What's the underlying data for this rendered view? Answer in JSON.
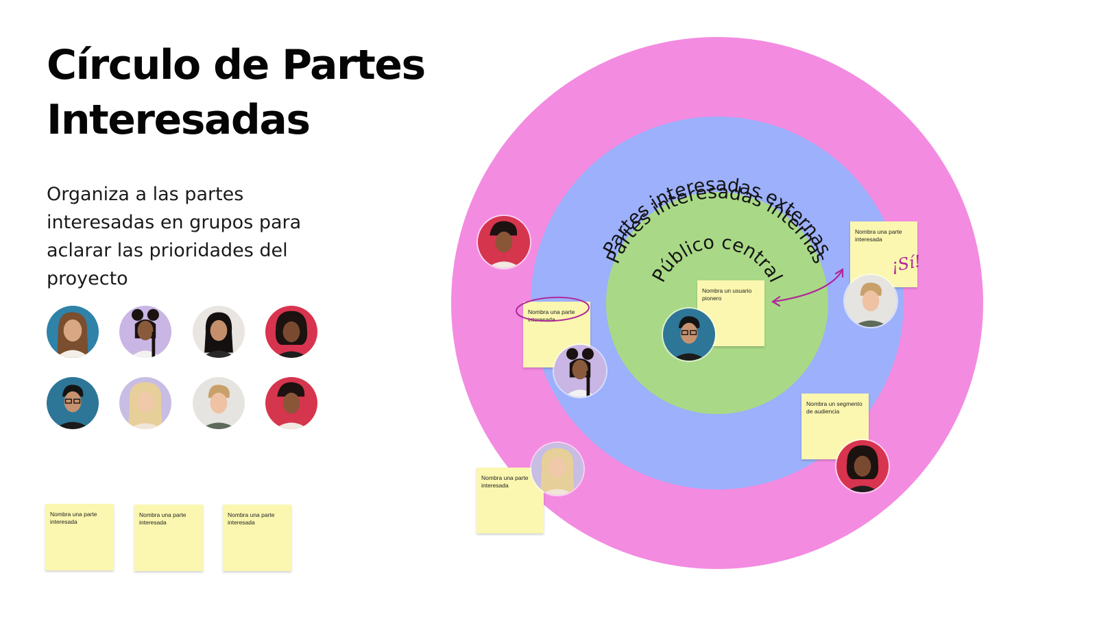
{
  "title": "Círculo de Partes Interesadas",
  "title_lines": [
    "Círculo de Partes",
    "Interesadas"
  ],
  "subtitle": "Organiza a las partes interesadas en grupos para aclarar las prioridades del proyecto",
  "colors": {
    "outer_ring": "#f38be1",
    "middle_ring": "#9cb0fb",
    "inner_ring": "#a9d986",
    "sticky": "#fbf7b0",
    "annotation": "#b0289b"
  },
  "rings": {
    "outer_label": "Partes interesadas externas",
    "middle_label": "Partes interesadas internas",
    "inner_label": "Público central"
  },
  "annotation": {
    "handwritten": "¡Sí!"
  },
  "palette": {
    "avatars": [
      {
        "icon": "person-avatar-1"
      },
      {
        "icon": "person-avatar-2"
      },
      {
        "icon": "person-avatar-3"
      },
      {
        "icon": "person-avatar-4"
      },
      {
        "icon": "person-avatar-5"
      },
      {
        "icon": "person-avatar-6"
      },
      {
        "icon": "person-avatar-7"
      },
      {
        "icon": "person-avatar-8"
      }
    ],
    "stickies": [
      {
        "text": "Nombra una parte interesada"
      },
      {
        "text": "Nombra una parte interesada"
      },
      {
        "text": "Nombra una parte interesada"
      }
    ]
  },
  "diagram_stickies": {
    "center": {
      "text": "Nombra un usuario pionero"
    },
    "left": {
      "text": "Nombra una parte interesada"
    },
    "right_top": {
      "text": "Nombra una parte interesada"
    },
    "right_bottom": {
      "text": "Nombra un segmento de audiencia"
    },
    "bottom_left": {
      "text": "Nombra una parte interesada"
    }
  }
}
